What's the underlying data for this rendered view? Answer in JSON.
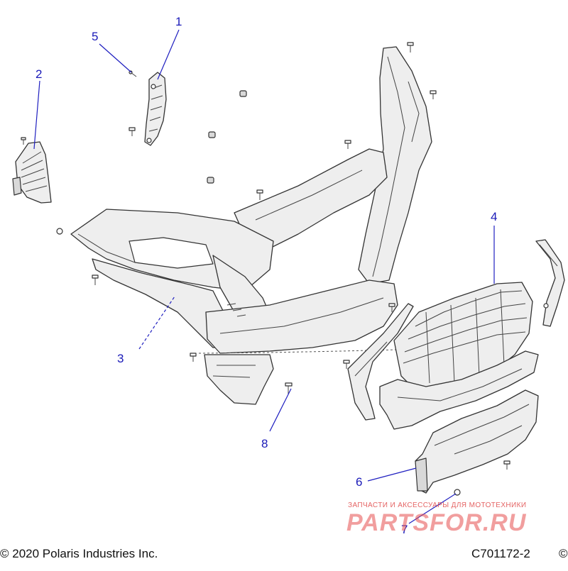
{
  "callouts": [
    {
      "id": "1",
      "label": "1"
    },
    {
      "id": "2",
      "label": "2"
    },
    {
      "id": "3",
      "label": "3"
    },
    {
      "id": "4",
      "label": "4"
    },
    {
      "id": "5",
      "label": "5"
    },
    {
      "id": "6",
      "label": "6"
    },
    {
      "id": "7",
      "label": "7"
    },
    {
      "id": "8",
      "label": "8"
    }
  ],
  "footer": {
    "copyright": "© 2020 Polaris Industries Inc.",
    "diagram_code": "C701172-2",
    "right_mark": "©"
  },
  "watermark": {
    "tagline": "ЗАПЧАСТИ И АКСЕССУАРЫ ДЛЯ МОТОТЕХНИКИ",
    "brand": "PARTSFOR.RU"
  },
  "colors": {
    "callout": "#1a1ab8",
    "line": "#1f1fc0",
    "part_fill": "#eeeeee",
    "part_stroke": "#333333",
    "watermark": "#e04848"
  }
}
